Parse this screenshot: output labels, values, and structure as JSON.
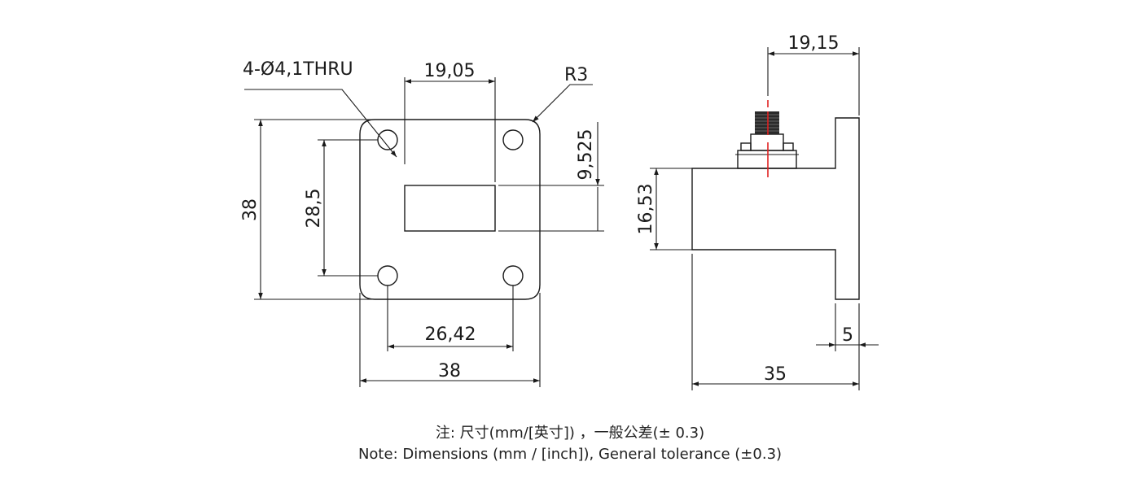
{
  "drawing": {
    "labels": {
      "holes": "4-Ø4,1THRU",
      "radius": "R3",
      "aperture_width": "19,05",
      "aperture_half_height": "9,525",
      "flange_height": "38",
      "hole_spacing_vertical": "28,5",
      "hole_spacing_horizontal": "26,42",
      "flange_width": "38",
      "connector_offset": "19,15",
      "body_height": "16,53",
      "flange_thickness": "5",
      "overall_length": "35"
    }
  },
  "notes": {
    "line_cn": "注: 尺寸(mm/[英寸])  ，一般公差(± 0.3)",
    "line_en": "Note: Dimensions (mm / [inch]), General tolerance (±0.3)"
  }
}
